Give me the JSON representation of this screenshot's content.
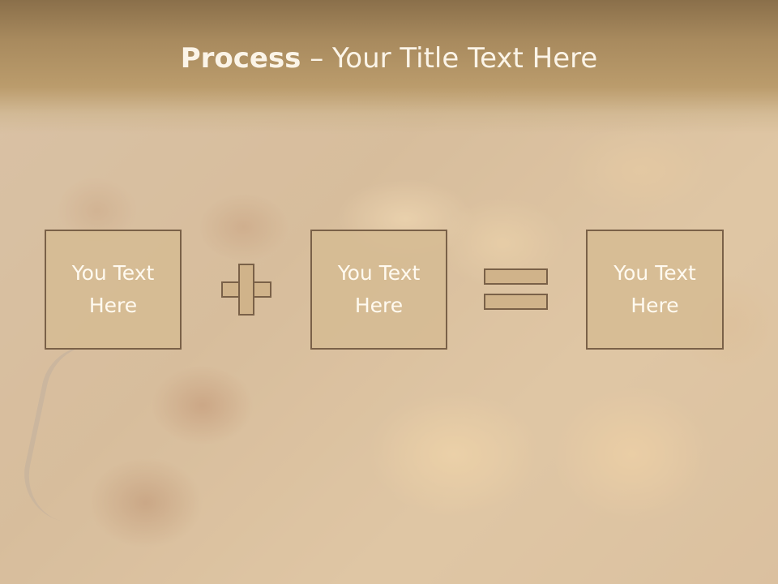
{
  "title": {
    "bold": "Process",
    "rest": " – Your Title Text Here"
  },
  "boxes": [
    {
      "text": "You Text\nHere"
    },
    {
      "text": "You Text\nHere"
    },
    {
      "text": "You Text\nHere"
    }
  ],
  "icons": {
    "operator1": "plus-icon",
    "operator2": "equals-icon"
  },
  "colors": {
    "title_band": "#a88a5e",
    "box_fill": "#d6bc94",
    "box_border": "#7a6148",
    "text": "#fffaf0"
  }
}
